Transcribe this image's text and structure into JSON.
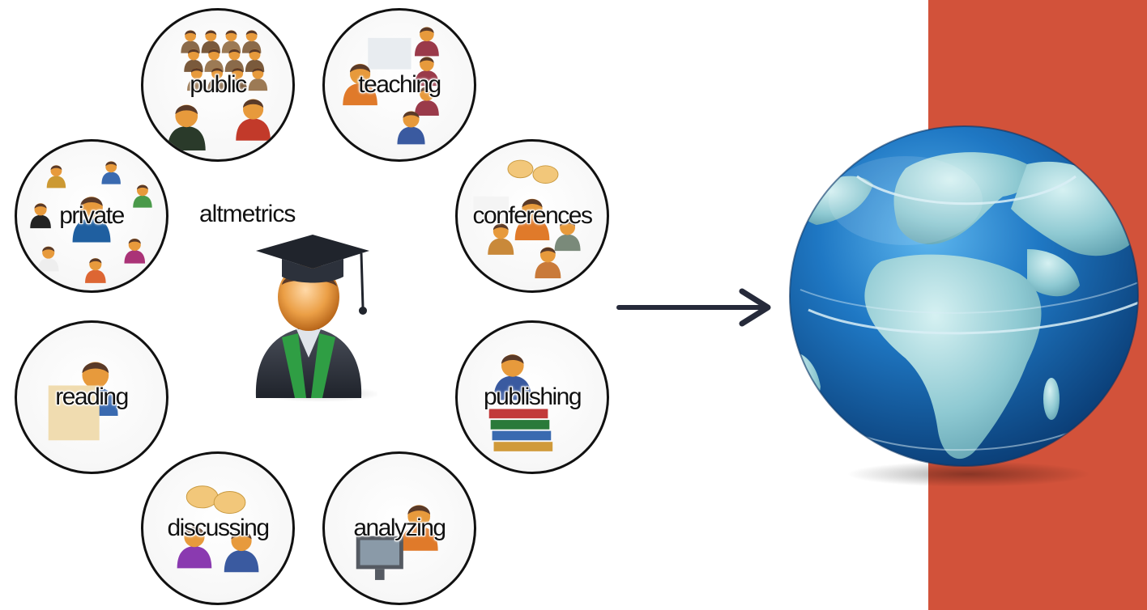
{
  "center": {
    "label": "altmetrics",
    "icon": "graduate-icon"
  },
  "activities": [
    {
      "id": "public",
      "label": "public",
      "icon": "audience-icon"
    },
    {
      "id": "teaching",
      "label": "teaching",
      "icon": "teacher-class-icon"
    },
    {
      "id": "private",
      "label": "private",
      "icon": "people-group-icon"
    },
    {
      "id": "conferences",
      "label": "conferences",
      "icon": "presentation-icon"
    },
    {
      "id": "reading",
      "label": "reading",
      "icon": "newspaper-reader-icon"
    },
    {
      "id": "publishing",
      "label": "publishing",
      "icon": "books-icon"
    },
    {
      "id": "discussing",
      "label": "discussing",
      "icon": "speech-bubbles-icon"
    },
    {
      "id": "analyzing",
      "label": "analyzing",
      "icon": "computer-user-icon"
    }
  ],
  "arrow": {
    "icon": "right-arrow-icon"
  },
  "globe": {
    "icon": "globe-icon"
  },
  "colors": {
    "band": "#d2523a",
    "outline": "#111111",
    "skin": "#e79a3c",
    "hair": "#5a3a28",
    "ocean": "#1f6fb8",
    "land": "#9fd0d8",
    "arrow": "#262a3a"
  }
}
